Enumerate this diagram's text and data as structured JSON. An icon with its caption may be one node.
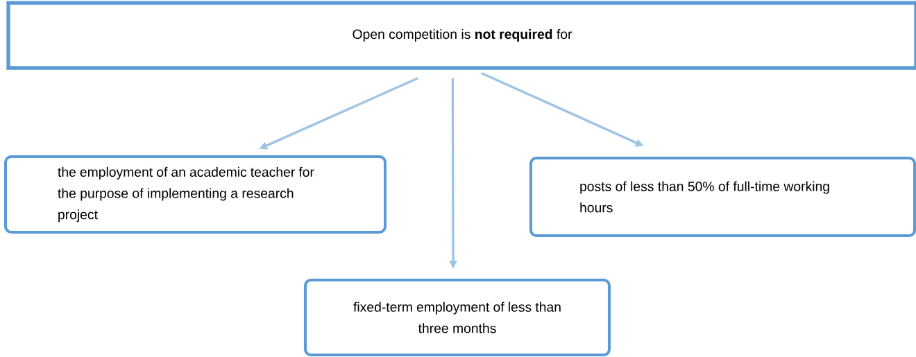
{
  "diagram": {
    "nodes": [
      {
        "text": [
          "Open competition is **not required** for"
        ]
      },
      {
        "text": [
          "the employment of an academic teacher for the purpose of implementing a research project"
        ]
      },
      {
        "text": [
          "posts of less than 50% of full-time working hours"
        ]
      },
      {
        "text": [
          "fixed-term employment of less than three months"
        ]
      }
    ],
    "edges": [
      {
        "from": 0,
        "to": 1,
        "arrow": "to"
      },
      {
        "from": 0,
        "to": 3,
        "arrow": "to"
      },
      {
        "from": 0,
        "to": 2,
        "arrow": "to"
      }
    ]
  }
}
